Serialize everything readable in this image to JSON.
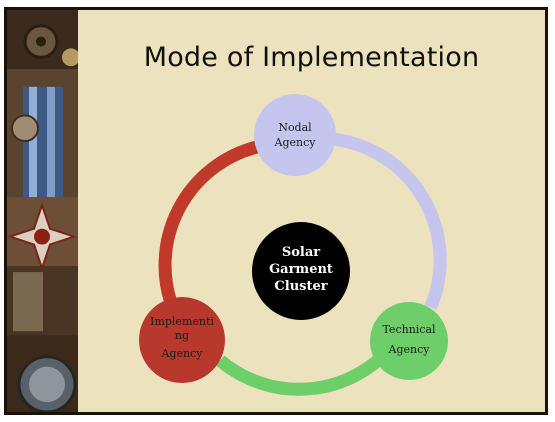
{
  "slide": {
    "title": "Mode of Implementation"
  },
  "diagram": {
    "center": {
      "line1": "Solar",
      "line2": "Garment",
      "line3": "Cluster"
    },
    "nodes": [
      {
        "line1": "Nodal",
        "line2": "Agency",
        "color": "#c5c5ee"
      },
      {
        "line1": "Technical",
        "line2": "Agency",
        "color": "#6ecf6a"
      },
      {
        "line1": "Implementi",
        "line2": "ng",
        "line3": "Agency",
        "color": "#b8382e"
      }
    ],
    "arc_colors": {
      "nodal_to_technical": "#c5c5ee",
      "technical_to_implementing": "#6ecf6a",
      "implementing_to_nodal": "#c0392b"
    },
    "center_color": "#000000",
    "background_color": "#ece2bd"
  },
  "decor": {
    "left_strip": "medal-collage-image"
  }
}
